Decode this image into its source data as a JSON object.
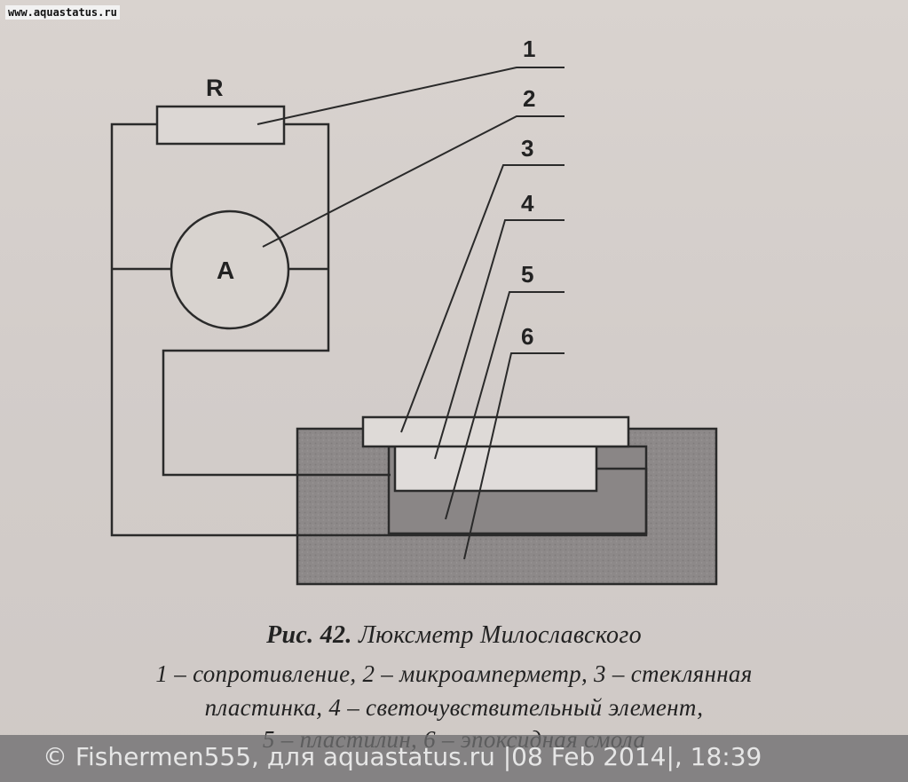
{
  "site_url": "www.aquastatus.ru",
  "diagram": {
    "resistor_label": "R",
    "meter_label": "A",
    "callouts": [
      "1",
      "2",
      "3",
      "4",
      "5",
      "6"
    ]
  },
  "caption": {
    "figure_number": "Рис. 42.",
    "title": "Люксметр Милославского",
    "line1": "1 – сопротивление, 2 – микроамперметр, 3 – стеклянная",
    "line2": "пластинка, 4 – светочувствительный элемент,",
    "line3": "5 – пластилин, 6 – эпоксидная смола"
  },
  "footer": "© Fishermen555, для aquastatus.ru |08 Feb 2014|, 18:39",
  "colors": {
    "paper": "#d6d0cc",
    "ink": "#2a2a2a",
    "epoxy": "#8e8a8a",
    "plate": "#dedad7",
    "footer_bg": "#6e6e70"
  }
}
